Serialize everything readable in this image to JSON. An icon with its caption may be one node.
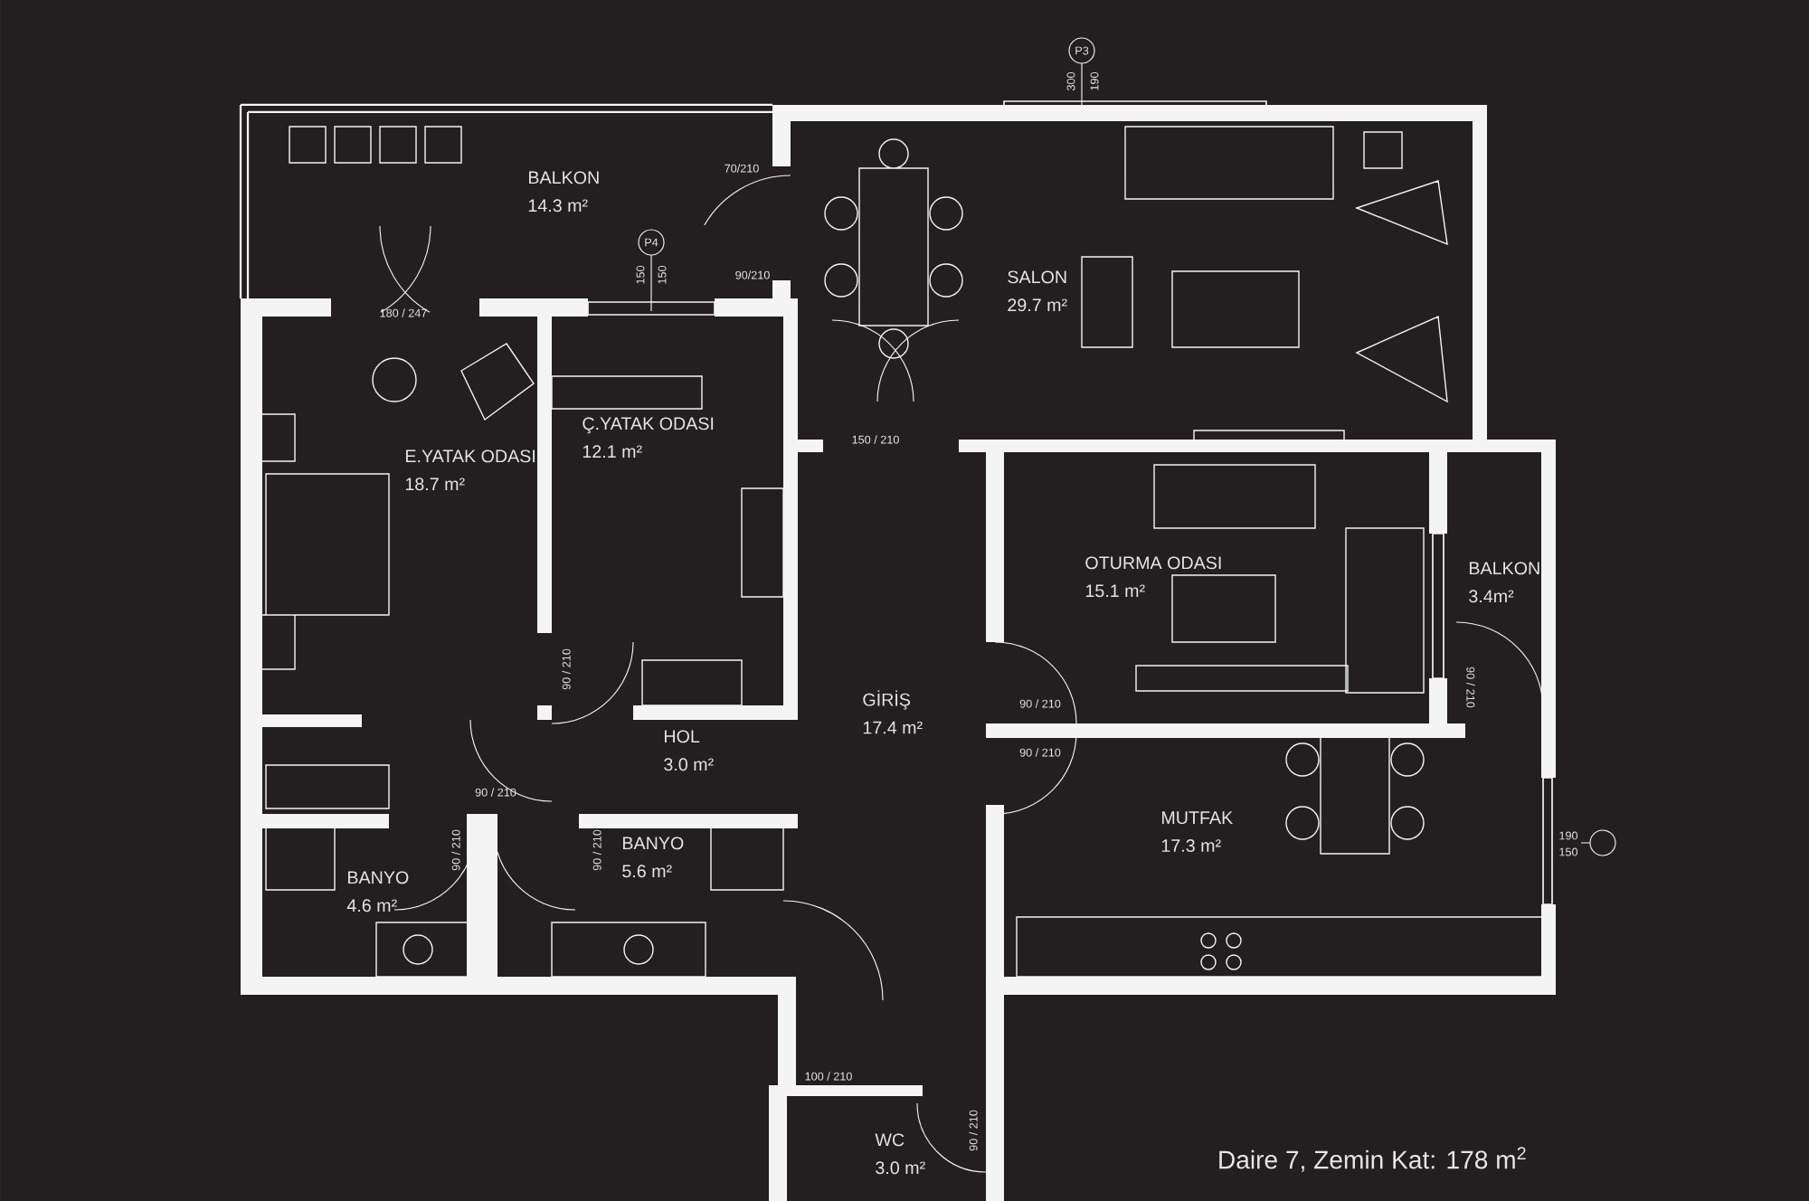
{
  "diagram": {
    "caption": "Daire 7, Zemin Kat: 178 m$^{2}$",
    "nodes": [
      {
        "text": [
          "BALKON",
          "14.3 m²"
        ]
      },
      {
        "text": [
          "SALON",
          "29.7 m²"
        ]
      },
      {
        "text": [
          "Ç.YATAK ODASI",
          "12.1 m²"
        ]
      },
      {
        "text": [
          "E.YATAK ODASI",
          "18.7 m²"
        ]
      },
      {
        "text": [
          "OTURMA ODASI",
          "15.1 m²"
        ]
      },
      {
        "text": [
          "BALKON",
          "3.4m²"
        ]
      },
      {
        "text": [
          "GİRİŞ",
          "17.4 m²"
        ]
      },
      {
        "text": [
          "HOL",
          "3.0 m²"
        ]
      },
      {
        "text": [
          "MUTFAK",
          "17.3 m²"
        ]
      },
      {
        "text": [
          "BANYO",
          "5.6 m²"
        ]
      },
      {
        "text": [
          "BANYO",
          "4.6 m²"
        ]
      },
      {
        "text": [
          "WC",
          "3.0 m²"
        ]
      }
    ],
    "labels": [
      "P3",
      "300",
      "190",
      "70/210",
      "P4",
      "150",
      "150",
      "90/210",
      "180 / 247",
      "150 / 210",
      "90 / 210",
      "90 / 210",
      "90 / 210",
      "90 / 210",
      "90 / 210",
      "190",
      "150",
      "90 / 210",
      "90 / 210",
      "100 / 210",
      "90 / 210"
    ]
  }
}
